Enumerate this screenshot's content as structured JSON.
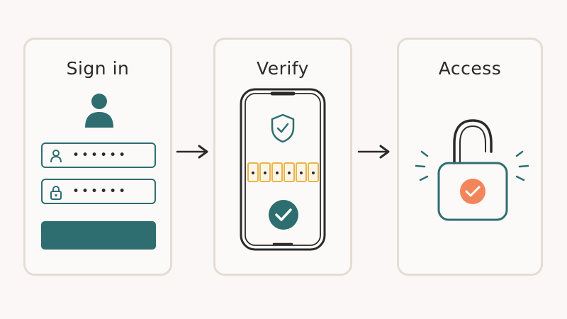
{
  "steps": [
    {
      "title": "Sign in"
    },
    {
      "title": "Verify"
    },
    {
      "title": "Access"
    }
  ],
  "signin": {
    "username_mask": "••••••",
    "password_mask": "••••••"
  },
  "verify": {
    "code_digits": [
      "•",
      "•",
      "•",
      "•",
      "•",
      "•"
    ]
  },
  "colors": {
    "teal": "#2e6e70",
    "orange": "#f2855a",
    "yellow": "#e9b54a",
    "panel_border": "#e4ddd1",
    "ink": "#2a2a2a"
  },
  "icons": [
    "user-icon",
    "lock-icon",
    "shield-check-icon",
    "check-circle-icon",
    "arrow-right-icon",
    "unlocked-padlock-icon"
  ]
}
